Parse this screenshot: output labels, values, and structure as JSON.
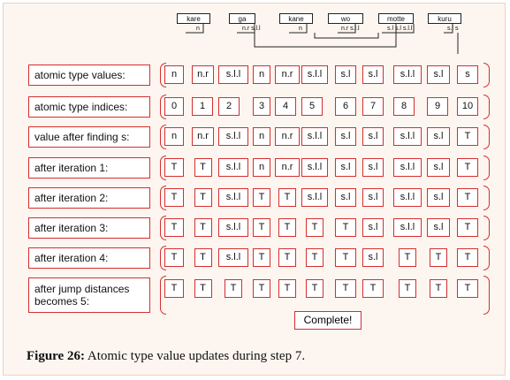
{
  "words": [
    {
      "text": "kare",
      "tags": "n"
    },
    {
      "text": "ga",
      "tags": "n.r s.l.l"
    },
    {
      "text": "kane",
      "tags": "n"
    },
    {
      "text": "wo",
      "tags": "n.r s.l.l"
    },
    {
      "text": "motte",
      "tags": "s.l s.l s.l.l"
    },
    {
      "text": "kuru",
      "tags": "s.l s"
    }
  ],
  "rows": [
    {
      "label": "atomic type values:",
      "cells": [
        "n",
        "n.r",
        "s.l.l",
        "n",
        "n.r",
        "s.l.l",
        "s.l",
        "s.l",
        "s.l.l",
        "s.l",
        "s"
      ]
    },
    {
      "label": "atomic type indices:",
      "cells": [
        "0",
        "1",
        "2",
        "3",
        "4",
        "5",
        "6",
        "7",
        "8",
        "9",
        "10"
      ]
    },
    {
      "label": "value after finding s:",
      "cells": [
        "n",
        "n.r",
        "s.l.l",
        "n",
        "n.r",
        "s.l.l",
        "s.l",
        "s.l",
        "s.l.l",
        "s.l",
        "T"
      ]
    },
    {
      "label": "after iteration 1:",
      "cells": [
        "T",
        "T",
        "s.l.l",
        "n",
        "n.r",
        "s.l.l",
        "s.l",
        "s.l",
        "s.l.l",
        "s.l",
        "T"
      ]
    },
    {
      "label": "after iteration 2:",
      "cells": [
        "T",
        "T",
        "s.l.l",
        "T",
        "T",
        "s.l.l",
        "s.l",
        "s.l",
        "s.l.l",
        "s.l",
        "T"
      ]
    },
    {
      "label": "after iteration 3:",
      "cells": [
        "T",
        "T",
        "s.l.l",
        "T",
        "T",
        "T",
        "T",
        "s.l",
        "s.l.l",
        "s.l",
        "T"
      ]
    },
    {
      "label": "after iteration 4:",
      "cells": [
        "T",
        "T",
        "s.l.l",
        "T",
        "T",
        "T",
        "T",
        "s.l",
        "T",
        "T",
        "T"
      ]
    },
    {
      "label": "after jump distances becomes 5:",
      "cells": [
        "T",
        "T",
        "T",
        "T",
        "T",
        "T",
        "T",
        "T",
        "T",
        "T",
        "T"
      ]
    }
  ],
  "complete_label": "Complete!",
  "caption": {
    "prefix": "Figure 26:",
    "text": " Atomic type value updates during step 7."
  }
}
